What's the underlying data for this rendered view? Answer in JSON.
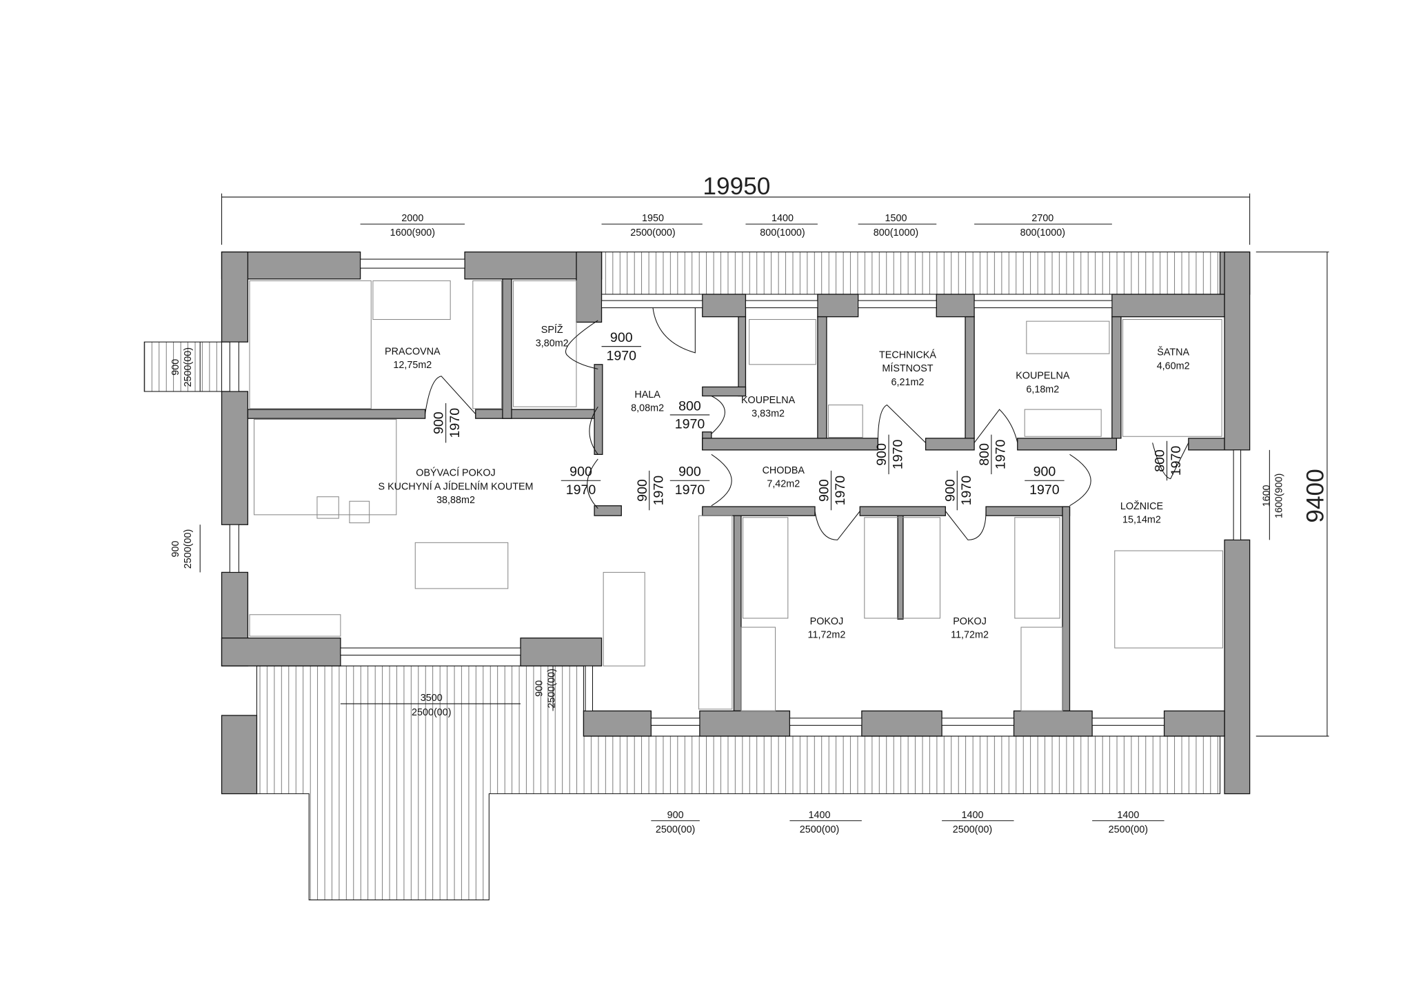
{
  "overall": {
    "width_mm": "19950",
    "depth_mm": "9400"
  },
  "rooms": [
    {
      "lines": [
        "PRACOVNA"
      ],
      "area": "12,75m2"
    },
    {
      "lines": [
        "SPÍŽ"
      ],
      "area": "3,80m2"
    },
    {
      "lines": [
        "HALA"
      ],
      "area": "8,08m2"
    },
    {
      "lines": [
        "KOUPELNA"
      ],
      "area": "3,83m2"
    },
    {
      "lines": [
        "TECHNICKÁ",
        "MÍSTNOST"
      ],
      "area": "6,21m2"
    },
    {
      "lines": [
        "KOUPELNA"
      ],
      "area": "6,18m2"
    },
    {
      "lines": [
        "ŠATNA"
      ],
      "area": "4,60m2"
    },
    {
      "lines": [
        "OBÝVACÍ POKOJ",
        "S KUCHYNÍ A JÍDELNÍM KOUTEM"
      ],
      "area": "38,88m2"
    },
    {
      "lines": [
        "CHODBA"
      ],
      "area": "7,42m2"
    },
    {
      "lines": [
        "POKOJ"
      ],
      "area": "11,72m2"
    },
    {
      "lines": [
        "POKOJ"
      ],
      "area": "11,72m2"
    },
    {
      "lines": [
        "LOŽNICE"
      ],
      "area": "15,14m2"
    }
  ],
  "doors": [
    {
      "width": "900",
      "height": "1970"
    },
    {
      "width": "900",
      "height": "1970"
    },
    {
      "width": "900",
      "height": "1970"
    },
    {
      "width": "800",
      "height": "1970"
    },
    {
      "width": "900",
      "height": "1970"
    },
    {
      "width": "900",
      "height": "1970"
    },
    {
      "width": "900",
      "height": "1970"
    },
    {
      "width": "900",
      "height": "1970"
    },
    {
      "width": "900",
      "height": "1970"
    },
    {
      "width": "900",
      "height": "1970"
    },
    {
      "width": "800",
      "height": "1970"
    },
    {
      "width": "800",
      "height": "1970"
    }
  ],
  "windows": [
    {
      "width": "2000",
      "spec": "1600(900)"
    },
    {
      "width": "1950",
      "spec": "2500(000)"
    },
    {
      "width": "1400",
      "spec": "800(1000)"
    },
    {
      "width": "1500",
      "spec": "800(1000)"
    },
    {
      "width": "2700",
      "spec": "800(1000)"
    },
    {
      "width": "900",
      "spec": "2500(00)"
    },
    {
      "width": "900",
      "spec": "2500(00)"
    },
    {
      "width": "1600",
      "spec": "1600(900)"
    },
    {
      "width": "3500",
      "spec": "2500(00)"
    },
    {
      "width": "900",
      "spec": "2500(00)"
    },
    {
      "width": "900",
      "spec": "2500(00)"
    },
    {
      "width": "1400",
      "spec": "2500(00)"
    },
    {
      "width": "1400",
      "spec": "2500(00)"
    },
    {
      "width": "1400",
      "spec": "2500(00)"
    }
  ]
}
